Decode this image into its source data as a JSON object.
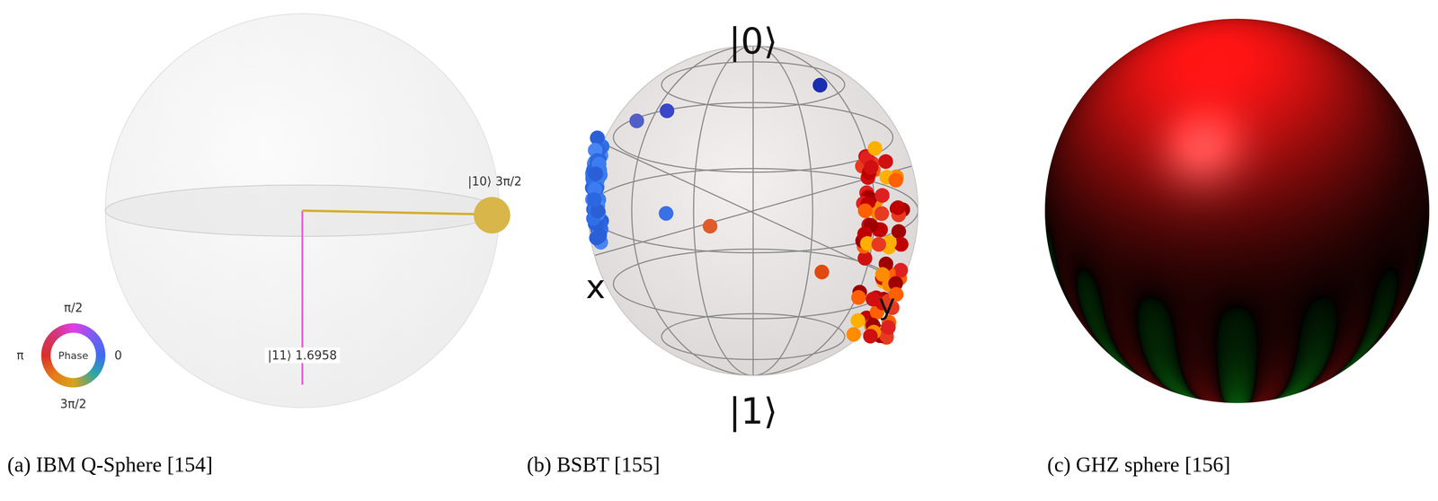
{
  "diagram": {
    "nodes": [
      {
        "text": [
          "Phase"
        ]
      }
    ],
    "labels": [
      "|10⟩ 3π/2",
      "|11⟩ 1.6958",
      "π/2",
      "π",
      "0",
      "3π/2",
      "|0⟩",
      "|1⟩",
      "x",
      "y",
      "(a) IBM Q-Sphere [154]",
      "(b) BSBT [155]",
      "(c) GHZ sphere [156]"
    ]
  }
}
